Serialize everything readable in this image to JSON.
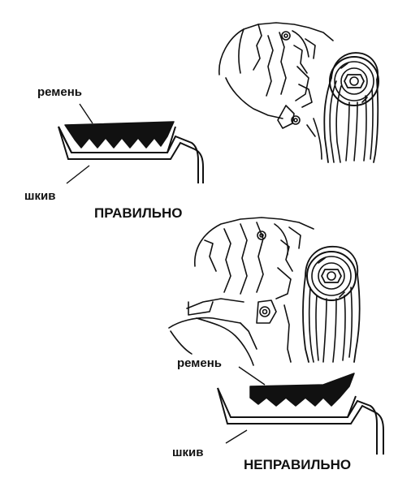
{
  "diagram": {
    "correct": {
      "belt_label": "ремень",
      "pulley_label": "шкив",
      "caption": "ПРАВИЛЬНО"
    },
    "incorrect": {
      "belt_label": "ремень",
      "pulley_label": "шкив",
      "caption": "НЕПРАВИЛЬНО"
    }
  },
  "colors": {
    "ink": "#111111",
    "background": "#ffffff"
  }
}
